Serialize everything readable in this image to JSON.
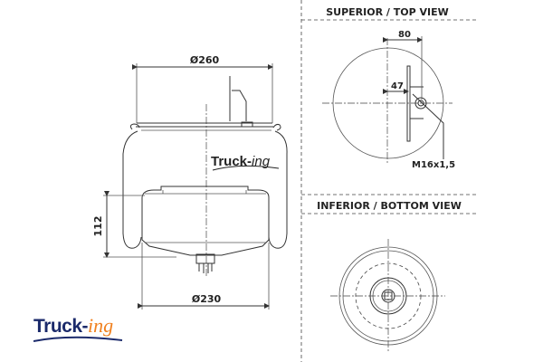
{
  "drawing": {
    "dim_top_diameter": "Ø260",
    "dim_bottom_diameter": "Ø230",
    "dim_height": "112",
    "watermark_logo": "Truck-ing"
  },
  "top_view": {
    "title": "SUPERIOR / TOP VIEW",
    "dim_offset_outer": "80",
    "dim_offset_inner": "47",
    "thread_label": "M16x1,5"
  },
  "bottom_view": {
    "title": "INFERIOR / BOTTOM VIEW"
  },
  "logo": {
    "text_main": "Truck-",
    "text_accent": "ing",
    "colors": {
      "main": "#1b2a6b",
      "accent": "#f0801e"
    }
  }
}
